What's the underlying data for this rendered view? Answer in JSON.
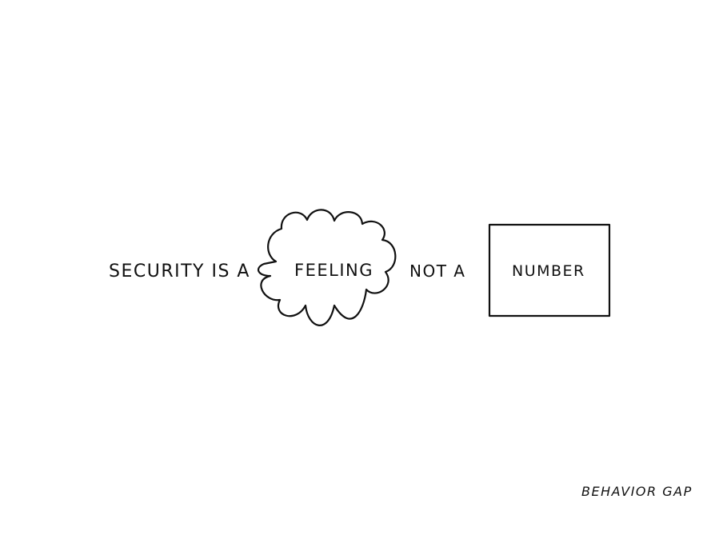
{
  "diagram": {
    "phrase_start": "SECURITY IS A",
    "cloud_label": "FEELING",
    "phrase_middle": "NOT A",
    "box_label": "NUMBER"
  },
  "signature": {
    "text": "BEHAVIOR GAP"
  }
}
